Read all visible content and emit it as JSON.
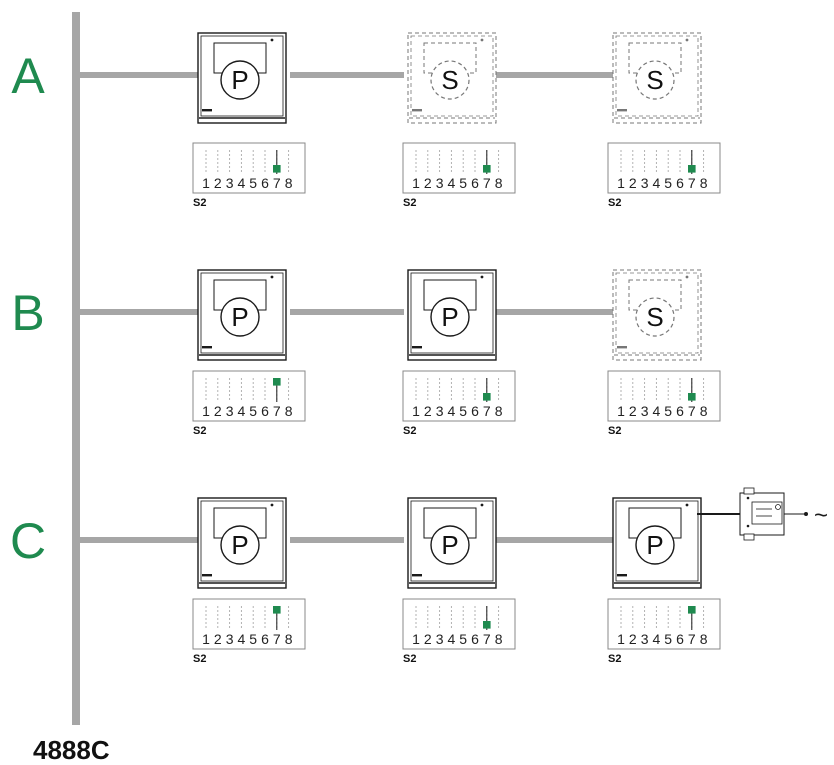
{
  "model_label": "4888C",
  "colors": {
    "accent": "#1f8a4f",
    "bus": "#a6a6a6",
    "line": "#1a1a1a"
  },
  "rows": [
    {
      "letter": "A",
      "units": [
        {
          "type": "P",
          "role": "primary",
          "switch_label": "S2",
          "switch_digits": [
            "1",
            "2",
            "3",
            "4",
            "5",
            "6",
            "7",
            "8"
          ],
          "switch_7": "down"
        },
        {
          "type": "S",
          "role": "secondary",
          "switch_label": "S2",
          "switch_digits": [
            "1",
            "2",
            "3",
            "4",
            "5",
            "6",
            "7",
            "8"
          ],
          "switch_7": "down"
        },
        {
          "type": "S",
          "role": "secondary",
          "switch_label": "S2",
          "switch_digits": [
            "1",
            "2",
            "3",
            "4",
            "5",
            "6",
            "7",
            "8"
          ],
          "switch_7": "down"
        }
      ]
    },
    {
      "letter": "B",
      "units": [
        {
          "type": "P",
          "role": "primary",
          "switch_label": "S2",
          "switch_digits": [
            "1",
            "2",
            "3",
            "4",
            "5",
            "6",
            "7",
            "8"
          ],
          "switch_7": "up"
        },
        {
          "type": "P",
          "role": "primary",
          "switch_label": "S2",
          "switch_digits": [
            "1",
            "2",
            "3",
            "4",
            "5",
            "6",
            "7",
            "8"
          ],
          "switch_7": "down"
        },
        {
          "type": "S",
          "role": "secondary",
          "switch_label": "S2",
          "switch_digits": [
            "1",
            "2",
            "3",
            "4",
            "5",
            "6",
            "7",
            "8"
          ],
          "switch_7": "down"
        }
      ]
    },
    {
      "letter": "C",
      "units": [
        {
          "type": "P",
          "role": "primary",
          "switch_label": "S2",
          "switch_digits": [
            "1",
            "2",
            "3",
            "4",
            "5",
            "6",
            "7",
            "8"
          ],
          "switch_7": "up"
        },
        {
          "type": "P",
          "role": "primary",
          "switch_label": "S2",
          "switch_digits": [
            "1",
            "2",
            "3",
            "4",
            "5",
            "6",
            "7",
            "8"
          ],
          "switch_7": "down"
        },
        {
          "type": "P",
          "role": "primary",
          "switch_label": "S2",
          "switch_digits": [
            "1",
            "2",
            "3",
            "4",
            "5",
            "6",
            "7",
            "8"
          ],
          "switch_7": "up"
        }
      ]
    }
  ],
  "power_supply": {
    "present_on_row": "C",
    "mains_symbol": "~"
  }
}
